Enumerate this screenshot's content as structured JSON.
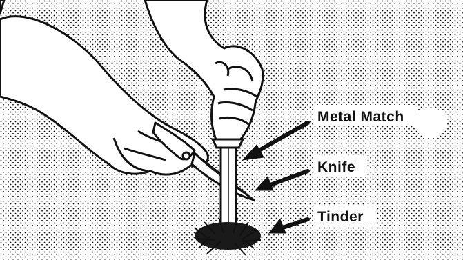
{
  "labels": {
    "metal_match": "Metal Match",
    "knife": "Knife",
    "tinder": "Tinder"
  },
  "colors": {
    "ink": "#111111",
    "paper": "#ffffff"
  }
}
